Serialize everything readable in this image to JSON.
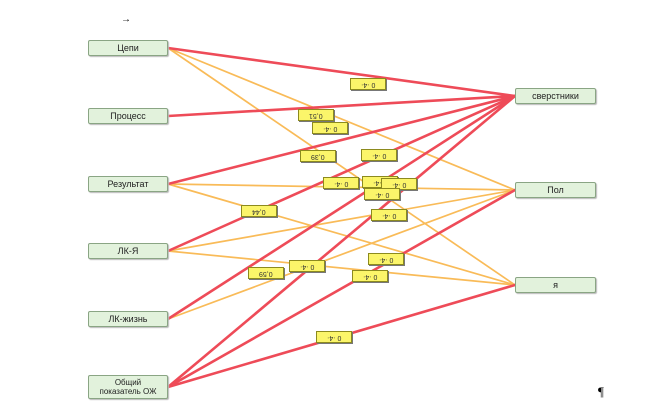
{
  "colors": {
    "strong_edge": "#ee4b58",
    "weak_edge": "#f9bb58",
    "node_fill": "#e2f2dc",
    "label_fill": "#fbf56a"
  },
  "decor": {
    "arrow_icon": "→",
    "paragraph_mark": "¶"
  },
  "nodes": {
    "chains": "Цепи",
    "process": "Процесс",
    "result": "Результат",
    "lk_ya": "ЛК-Я",
    "lk_life": "ЛК-жизнь",
    "general_1": "Общий",
    "general_2": "показатель ОЖ",
    "peers": "сверстники",
    "gender": "Пол",
    "self": "я"
  },
  "edges": [
    {
      "from": "chains",
      "to": "peers",
      "strength": "strong"
    },
    {
      "from": "chains",
      "to": "gender",
      "strength": "weak"
    },
    {
      "from": "chains",
      "to": "self",
      "strength": "weak"
    },
    {
      "from": "process",
      "to": "peers",
      "strength": "strong"
    },
    {
      "from": "result",
      "to": "peers",
      "strength": "strong"
    },
    {
      "from": "result",
      "to": "gender",
      "strength": "weak"
    },
    {
      "from": "result",
      "to": "self",
      "strength": "weak"
    },
    {
      "from": "lk_ya",
      "to": "peers",
      "strength": "strong"
    },
    {
      "from": "lk_ya",
      "to": "gender",
      "strength": "weak"
    },
    {
      "from": "lk_ya",
      "to": "self",
      "strength": "weak"
    },
    {
      "from": "lk_life",
      "to": "peers",
      "strength": "strong"
    },
    {
      "from": "lk_life",
      "to": "gender",
      "strength": "weak"
    },
    {
      "from": "general",
      "to": "peers",
      "strength": "strong"
    },
    {
      "from": "general",
      "to": "gender",
      "strength": "strong"
    },
    {
      "from": "general",
      "to": "self",
      "strength": "strong"
    }
  ],
  "weights": [
    {
      "text": "0 ·4·"
    },
    {
      "text": "0,51"
    },
    {
      "text": "0 ·4·"
    },
    {
      "text": "0,39"
    },
    {
      "text": "0 ·4·"
    },
    {
      "text": "0 ·4·"
    },
    {
      "text": "0 ·4·"
    },
    {
      "text": "0 ·4·"
    },
    {
      "text": "0,44"
    },
    {
      "text": "0 ·4·"
    },
    {
      "text": "0 ·4·"
    },
    {
      "text": "0,59"
    },
    {
      "text": "0 ·4·"
    },
    {
      "text": "0 ·4·"
    },
    {
      "text": "0 ·4·"
    }
  ]
}
